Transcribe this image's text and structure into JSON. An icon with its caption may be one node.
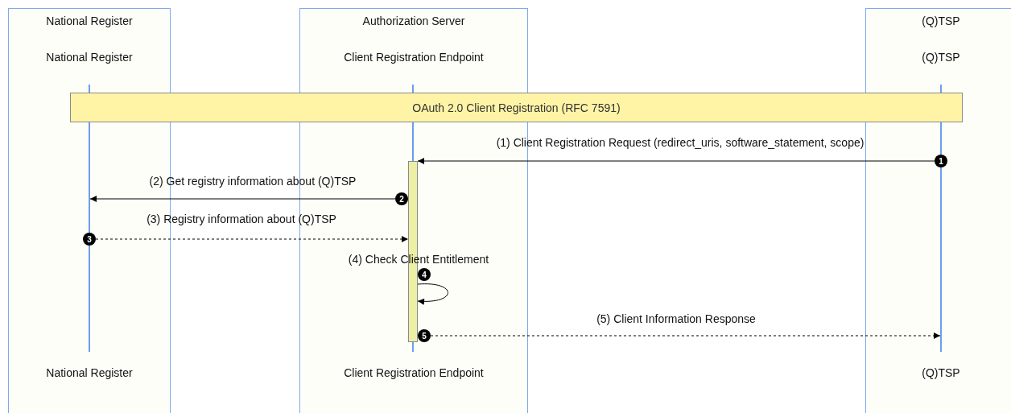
{
  "diagram": {
    "nodes": [
      {
        "text": [
          "National Register"
        ]
      },
      {
        "text": [
          "National Register"
        ],
        "in": 0
      },
      {
        "text": [
          "Authorization Server"
        ]
      },
      {
        "text": [
          "Client Registration Endpoint"
        ],
        "in": 2
      },
      {
        "text": [
          "(Q)TSP"
        ]
      },
      {
        "text": [
          "(Q)TSP"
        ],
        "in": 4
      },
      {
        "text": [
          "OAuth 2.0 Client Registration (RFC 7591)"
        ]
      },
      {
        "text": [],
        "shape": "line",
        "in": 0
      },
      {
        "text": [],
        "shape": "line",
        "in": 2
      },
      {
        "text": [],
        "shape": "line",
        "in": 4
      },
      {
        "text": [
          "1"
        ],
        "in": 4
      },
      {
        "text": [],
        "shape": "bar",
        "in": 2
      },
      {
        "text": [
          "2"
        ],
        "in": 2
      },
      {
        "text": [
          "3"
        ],
        "in": 0
      },
      {
        "text": [
          "4"
        ],
        "in": 2
      },
      {
        "text": [
          "5"
        ],
        "in": 2
      },
      {
        "text": [
          "National Register"
        ],
        "in": 0
      },
      {
        "text": [
          "Client Registration Endpoint"
        ],
        "in": 2
      },
      {
        "text": [
          "(Q)TSP"
        ],
        "in": 4
      }
    ],
    "edges": [
      {
        "from": 10,
        "to": 11,
        "arrow": "to",
        "label": "(1) Client Registration Request (redirect_uris, software_statement, scope)"
      },
      {
        "from": 12,
        "to": 7,
        "arrow": "to",
        "label": "(2) Get registry information about (Q)TSP"
      },
      {
        "from": 13,
        "to": 11,
        "arrow": "to",
        "style": "dashed",
        "label": "(3) Registry information about (Q)TSP"
      },
      {
        "from": 11,
        "to": 11,
        "arrow": "to",
        "label": "(4) Check Client Entitlement"
      },
      {
        "from": 15,
        "to": 9,
        "arrow": "to",
        "style": "dashed",
        "label": "(5) Client Information Response"
      }
    ]
  }
}
